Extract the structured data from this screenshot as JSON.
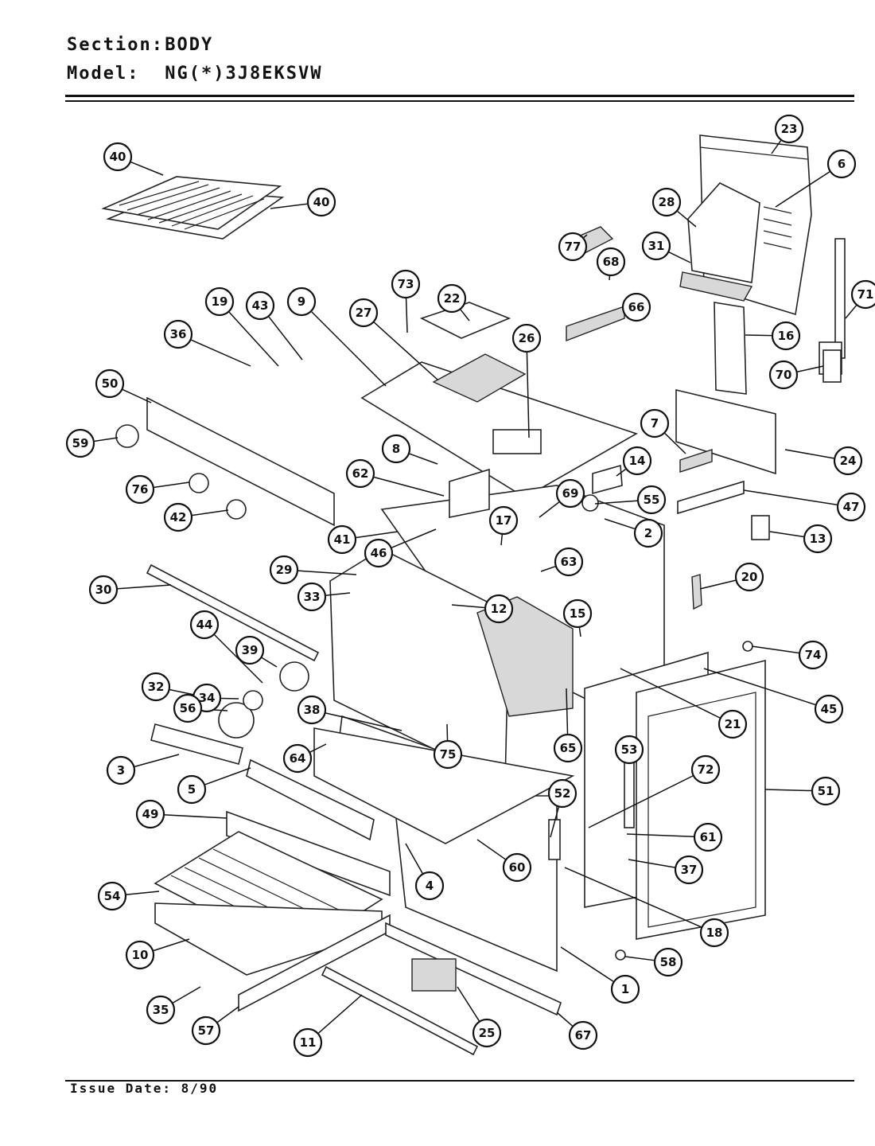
{
  "header": {
    "section_label": "Section:",
    "section_value": "BODY",
    "model_label": "Model:",
    "model_value": "NG(*)3J8EKSVW"
  },
  "footer": {
    "issue_date": "Issue Date: 8/90"
  },
  "callouts": [
    {
      "id": "40a",
      "label": "40"
    },
    {
      "id": "40b",
      "label": "40"
    },
    {
      "id": "23",
      "label": "23"
    },
    {
      "id": "6",
      "label": "6"
    },
    {
      "id": "28",
      "label": "28"
    },
    {
      "id": "31",
      "label": "31"
    },
    {
      "id": "71",
      "label": "71"
    },
    {
      "id": "77",
      "label": "77"
    },
    {
      "id": "68",
      "label": "68"
    },
    {
      "id": "66",
      "label": "66"
    },
    {
      "id": "73",
      "label": "73"
    },
    {
      "id": "22",
      "label": "22"
    },
    {
      "id": "19",
      "label": "19"
    },
    {
      "id": "43",
      "label": "43"
    },
    {
      "id": "9",
      "label": "9"
    },
    {
      "id": "27",
      "label": "27"
    },
    {
      "id": "26",
      "label": "26"
    },
    {
      "id": "36",
      "label": "36"
    },
    {
      "id": "16",
      "label": "16"
    },
    {
      "id": "70",
      "label": "70"
    },
    {
      "id": "50",
      "label": "50"
    },
    {
      "id": "59",
      "label": "59"
    },
    {
      "id": "8",
      "label": "8"
    },
    {
      "id": "7",
      "label": "7"
    },
    {
      "id": "24",
      "label": "24"
    },
    {
      "id": "62",
      "label": "62"
    },
    {
      "id": "14",
      "label": "14"
    },
    {
      "id": "69",
      "label": "69"
    },
    {
      "id": "55",
      "label": "55"
    },
    {
      "id": "76",
      "label": "76"
    },
    {
      "id": "47",
      "label": "47"
    },
    {
      "id": "42",
      "label": "42"
    },
    {
      "id": "41",
      "label": "41"
    },
    {
      "id": "17",
      "label": "17"
    },
    {
      "id": "2",
      "label": "2"
    },
    {
      "id": "46",
      "label": "46"
    },
    {
      "id": "63",
      "label": "63"
    },
    {
      "id": "13",
      "label": "13"
    },
    {
      "id": "29",
      "label": "29"
    },
    {
      "id": "20",
      "label": "20"
    },
    {
      "id": "30",
      "label": "30"
    },
    {
      "id": "33",
      "label": "33"
    },
    {
      "id": "12",
      "label": "12"
    },
    {
      "id": "15",
      "label": "15"
    },
    {
      "id": "44",
      "label": "44"
    },
    {
      "id": "39",
      "label": "39"
    },
    {
      "id": "74",
      "label": "74"
    },
    {
      "id": "32",
      "label": "32"
    },
    {
      "id": "34",
      "label": "34"
    },
    {
      "id": "56",
      "label": "56"
    },
    {
      "id": "38",
      "label": "38"
    },
    {
      "id": "45",
      "label": "45"
    },
    {
      "id": "21",
      "label": "21"
    },
    {
      "id": "64",
      "label": "64"
    },
    {
      "id": "75",
      "label": "75"
    },
    {
      "id": "65",
      "label": "65"
    },
    {
      "id": "53",
      "label": "53"
    },
    {
      "id": "3",
      "label": "3"
    },
    {
      "id": "5",
      "label": "5"
    },
    {
      "id": "72",
      "label": "72"
    },
    {
      "id": "51",
      "label": "51"
    },
    {
      "id": "52",
      "label": "52"
    },
    {
      "id": "49",
      "label": "49"
    },
    {
      "id": "61",
      "label": "61"
    },
    {
      "id": "60",
      "label": "60"
    },
    {
      "id": "37",
      "label": "37"
    },
    {
      "id": "4",
      "label": "4"
    },
    {
      "id": "54",
      "label": "54"
    },
    {
      "id": "18",
      "label": "18"
    },
    {
      "id": "10",
      "label": "10"
    },
    {
      "id": "58",
      "label": "58"
    },
    {
      "id": "1",
      "label": "1"
    },
    {
      "id": "35",
      "label": "35"
    },
    {
      "id": "57",
      "label": "57"
    },
    {
      "id": "25",
      "label": "25"
    },
    {
      "id": "67",
      "label": "67"
    },
    {
      "id": "11",
      "label": "11"
    }
  ]
}
